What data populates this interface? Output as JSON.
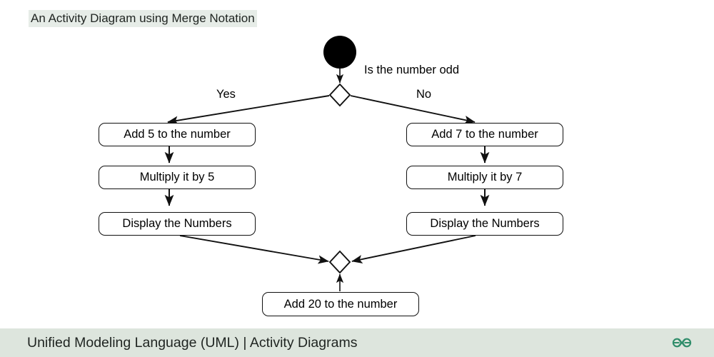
{
  "title": "An Activity Diagram using Merge Notation",
  "colors": {
    "page_background": "#ffffff",
    "title_highlight": "#e6ece7",
    "footer_background": "#dde5dd",
    "footer_text": "#1f2421",
    "logo_green": "#2f8d6a",
    "stroke": "#111111",
    "node_fill": "#ffffff",
    "start_node_fill": "#000000"
  },
  "diagram": {
    "type": "uml-activity-diagram",
    "notation": "merge",
    "start_node": {
      "name": "initial-node",
      "shape": "filled-circle"
    },
    "decision": {
      "name": "decision-node",
      "shape": "diamond",
      "question": "Is the number odd",
      "branches": [
        {
          "guard": "Yes",
          "direction": "left"
        },
        {
          "guard": "No",
          "direction": "right"
        }
      ]
    },
    "merge": {
      "name": "merge-node",
      "shape": "diamond"
    },
    "left_branch": [
      "Add 5 to the number",
      "Multiply it by 5",
      "Display the Numbers"
    ],
    "right_branch": [
      "Add 7 to the number",
      "Multiply it by 7",
      "Display the Numbers"
    ],
    "final_action": "Add 20 to the number"
  },
  "footer": {
    "caption": "Unified Modeling Language (UML) | Activity Diagrams",
    "logo_name": "geeksforgeeks-logo"
  }
}
